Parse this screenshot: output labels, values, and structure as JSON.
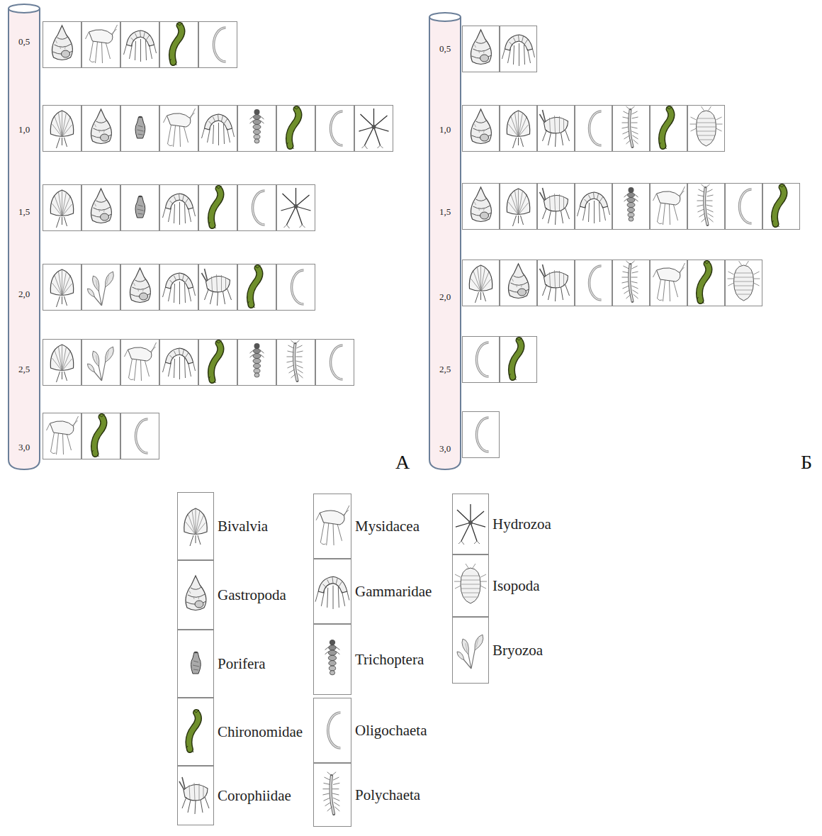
{
  "diagram": {
    "labels": [
      "0,5",
      "1,0",
      "1,5",
      "2,0",
      "2,5",
      "3,0",
      "А",
      "0,5",
      "1,0",
      "1,5",
      "2,0",
      "2,5",
      "3,0",
      "Б"
    ],
    "legend": [
      {
        "text": "Bivalvia"
      },
      {
        "text": "Gastropoda"
      },
      {
        "text": "Porifera"
      },
      {
        "text": "Chironomidae"
      },
      {
        "text": "Corophiidae"
      },
      {
        "text": "Mysidacea"
      },
      {
        "text": "Gammaridae"
      },
      {
        "text": "Trichoptera"
      },
      {
        "text": "Oligochaeta"
      },
      {
        "text": "Polychaeta"
      },
      {
        "text": "Hydrozoa"
      },
      {
        "text": "Isopoda"
      },
      {
        "text": "Bryozoa"
      }
    ]
  }
}
